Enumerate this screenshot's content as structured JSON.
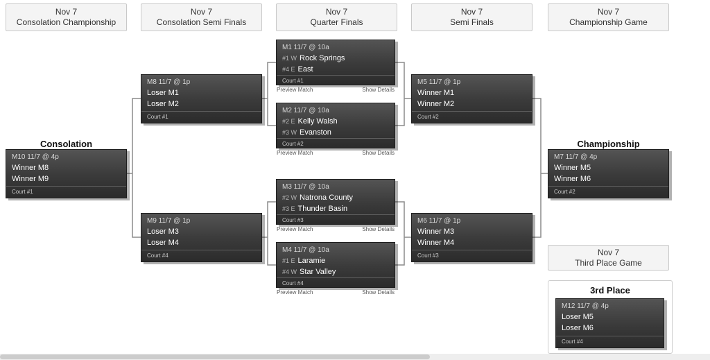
{
  "colors": {
    "card_bg_top": "#545454",
    "card_bg_bottom": "#2b2b2b",
    "header_bg": "#f4f4f4",
    "connector": "#8c8c8c"
  },
  "round_headers": [
    {
      "date": "Nov 7",
      "name": "Consolation Championship"
    },
    {
      "date": "Nov 7",
      "name": "Consolation Semi Finals"
    },
    {
      "date": "Nov 7",
      "name": "Quarter Finals"
    },
    {
      "date": "Nov 7",
      "name": "Semi Finals"
    },
    {
      "date": "Nov 7",
      "name": "Championship Game"
    },
    {
      "date": "Nov 7",
      "name": "Third Place Game"
    }
  ],
  "section_titles": {
    "consolation": "Consolation",
    "championship": "Championship",
    "third_place": "3rd Place"
  },
  "card_links": {
    "preview": "Preview Match",
    "details": "Show Details"
  },
  "matches": {
    "m1": {
      "title": "M1 11/7 @ 10a",
      "teams": [
        {
          "seed": "#1 W",
          "name": "Rock Springs"
        },
        {
          "seed": "#4 E",
          "name": "East"
        }
      ],
      "court": "Court #1"
    },
    "m2": {
      "title": "M2 11/7 @ 10a",
      "teams": [
        {
          "seed": "#2 E",
          "name": "Kelly Walsh"
        },
        {
          "seed": "#3 W",
          "name": "Evanston"
        }
      ],
      "court": "Court #2"
    },
    "m3": {
      "title": "M3 11/7 @ 10a",
      "teams": [
        {
          "seed": "#2 W",
          "name": "Natrona County"
        },
        {
          "seed": "#3 E",
          "name": "Thunder Basin"
        }
      ],
      "court": "Court #3"
    },
    "m4": {
      "title": "M4 11/7 @ 10a",
      "teams": [
        {
          "seed": "#1 E",
          "name": "Laramie"
        },
        {
          "seed": "#4 W",
          "name": "Star Valley"
        }
      ],
      "court": "Court #4"
    },
    "m5": {
      "title": "M5 11/7 @ 1p",
      "teams": [
        {
          "name": "Winner M1"
        },
        {
          "name": "Winner M2"
        }
      ],
      "court": "Court #2"
    },
    "m6": {
      "title": "M6 11/7 @ 1p",
      "teams": [
        {
          "name": "Winner M3"
        },
        {
          "name": "Winner M4"
        }
      ],
      "court": "Court #3"
    },
    "m7": {
      "title": "M7 11/7 @ 4p",
      "teams": [
        {
          "name": "Winner M5"
        },
        {
          "name": "Winner M6"
        }
      ],
      "court": "Court #2"
    },
    "m8": {
      "title": "M8 11/7 @ 1p",
      "teams": [
        {
          "name": "Loser M1"
        },
        {
          "name": "Loser M2"
        }
      ],
      "court": "Court #1"
    },
    "m9": {
      "title": "M9 11/7 @ 1p",
      "teams": [
        {
          "name": "Loser M3"
        },
        {
          "name": "Loser M4"
        }
      ],
      "court": "Court #4"
    },
    "m10": {
      "title": "M10 11/7 @ 4p",
      "teams": [
        {
          "name": "Winner M8"
        },
        {
          "name": "Winner M9"
        }
      ],
      "court": "Court #1"
    },
    "m12": {
      "title": "M12 11/7 @ 4p",
      "teams": [
        {
          "name": "Loser M5"
        },
        {
          "name": "Loser M6"
        }
      ],
      "court": "Court #4"
    }
  }
}
